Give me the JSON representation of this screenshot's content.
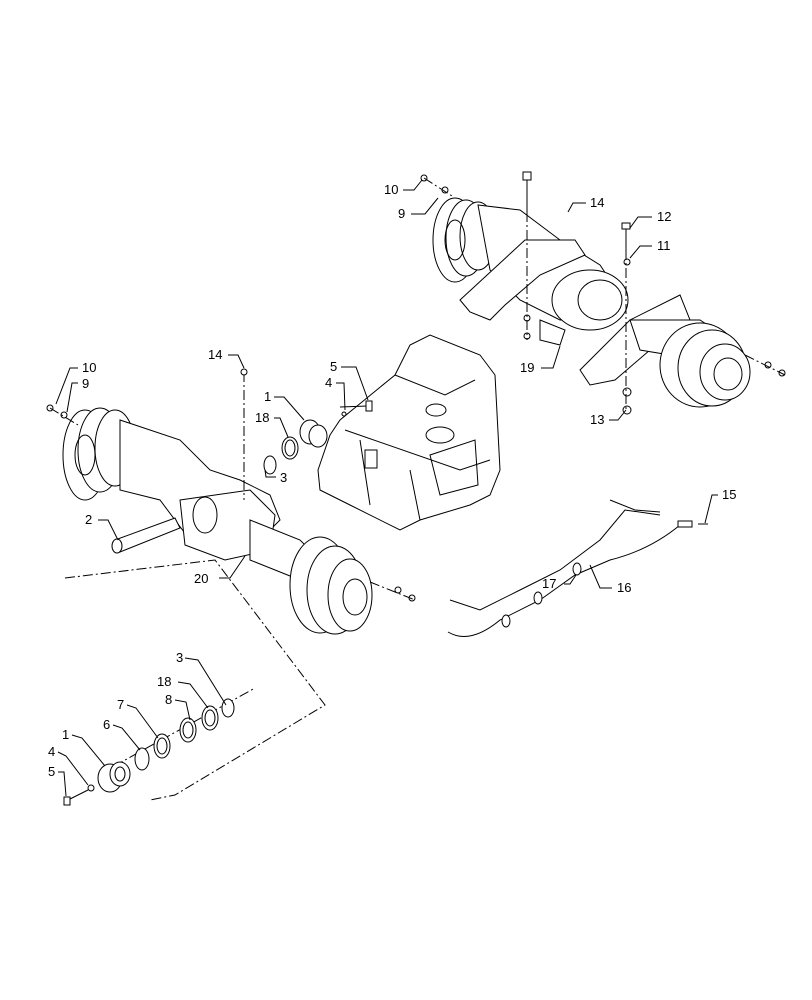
{
  "callouts": {
    "top_10": "10",
    "top_9": "9",
    "top_14": "14",
    "top_12": "12",
    "top_11": "11",
    "top_19": "19",
    "top_13": "13",
    "mid_14": "14",
    "mid_5": "5",
    "mid_4": "4",
    "mid_1": "1",
    "mid_18": "18",
    "mid_3": "3",
    "left_10": "10",
    "left_9": "9",
    "left_2": "2",
    "left_20": "20",
    "hose_15": "15",
    "hose_17": "17",
    "hose_16": "16",
    "exp_3": "3",
    "exp_18": "18",
    "exp_8": "8",
    "exp_7": "7",
    "exp_6": "6",
    "exp_1": "1",
    "exp_4": "4",
    "exp_5": "5"
  }
}
